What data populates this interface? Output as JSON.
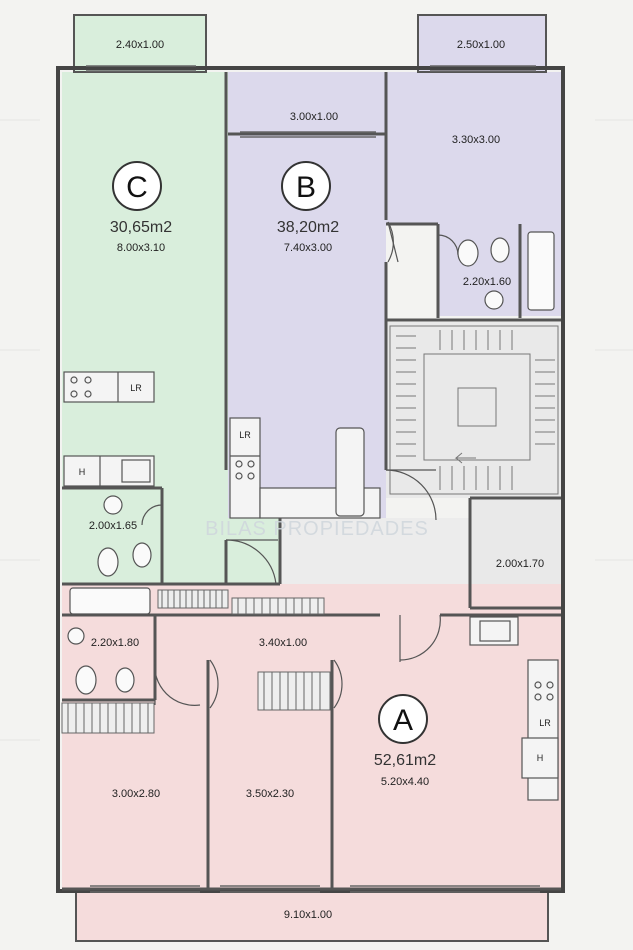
{
  "units": [
    {
      "letter": "C",
      "area": "30,65m2",
      "dims": "8.00x3.10",
      "color": "#d9eedc"
    },
    {
      "letter": "B",
      "area": "38,20m2",
      "dims": "7.40x3.00",
      "color": "#dcd9ec"
    },
    {
      "letter": "A",
      "area": "52,61m2",
      "dims": "5.20x4.40",
      "color": "#f5dcdc"
    }
  ],
  "rooms": {
    "balcony_c": "2.40x1.00",
    "balcony_b_top": "2.50x1.00",
    "balcony_b_mid": "3.00x1.00",
    "room_b_top": "3.30x3.00",
    "bath_b": "2.20x1.60",
    "bath_c": "2.00x1.65",
    "room_right": "2.00x1.70",
    "bath_a": "2.20x1.80",
    "hall_a": "3.40x1.00",
    "room_a1": "3.00x2.80",
    "room_a2": "3.50x2.30",
    "balcony_a": "9.10x1.00"
  },
  "fixtures": {
    "laundry": "LR",
    "heater": "H"
  },
  "watermark": "BILAS PROPIEDADES"
}
